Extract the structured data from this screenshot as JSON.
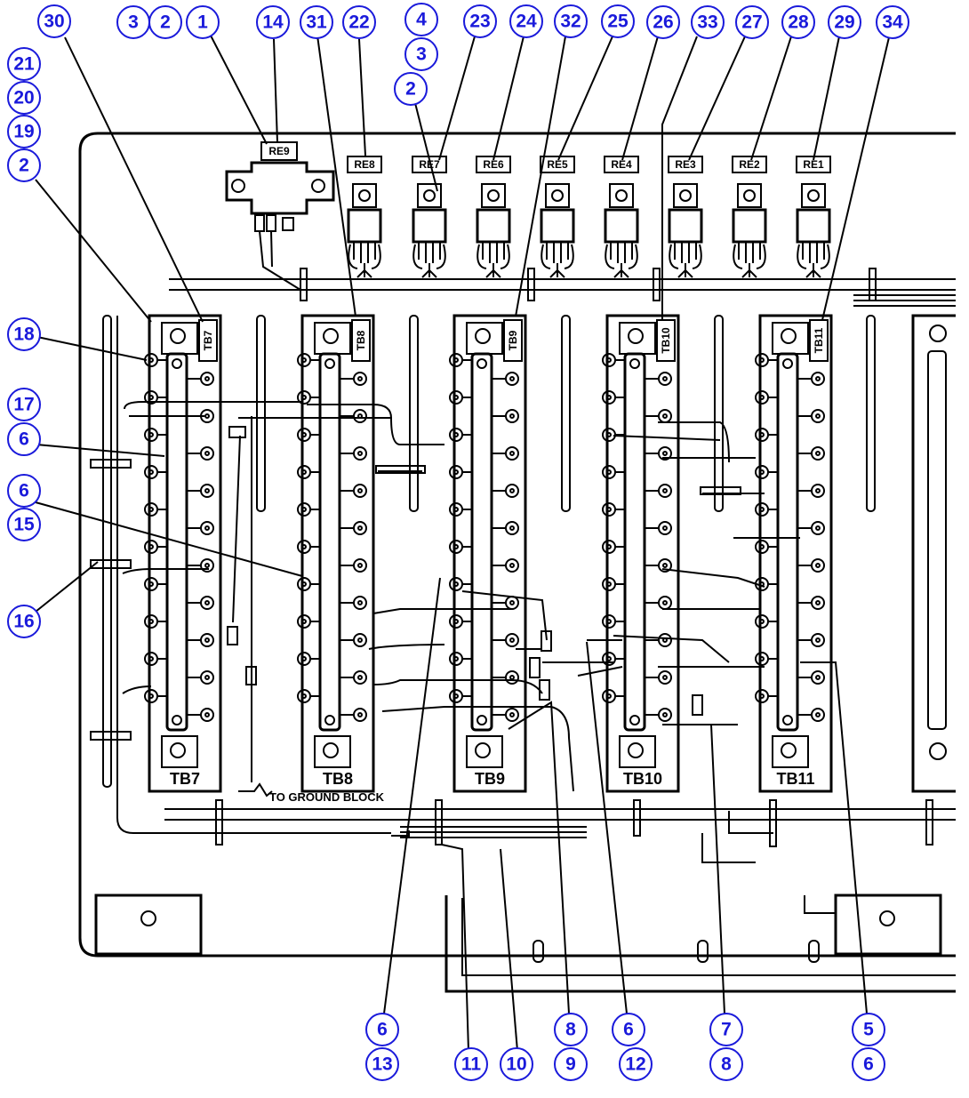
{
  "terminal_blocks": [
    {
      "id": "tb7",
      "label": "TB7",
      "tag": "TB7"
    },
    {
      "id": "tb8",
      "label": "TB8",
      "tag": "TB8"
    },
    {
      "id": "tb9",
      "label": "TB9",
      "tag": "TB9"
    },
    {
      "id": "tb10",
      "label": "TB10",
      "tag": "TB10"
    },
    {
      "id": "tb11",
      "label": "TB11",
      "tag": "TB11"
    }
  ],
  "relays": [
    {
      "id": "re8",
      "label": "RE8"
    },
    {
      "id": "re7",
      "label": "RE7"
    },
    {
      "id": "re6",
      "label": "RE6"
    },
    {
      "id": "re5",
      "label": "RE5"
    },
    {
      "id": "re4",
      "label": "RE4"
    },
    {
      "id": "re3",
      "label": "RE3"
    },
    {
      "id": "re2",
      "label": "RE2"
    },
    {
      "id": "re1",
      "label": "RE1"
    }
  ],
  "relay_re9_label": "RE9",
  "ground_text": "TO GROUND BLOCK",
  "callouts": {
    "top": [
      "3",
      "2",
      "1",
      "14",
      "31",
      "22",
      "4",
      "3",
      "2",
      "23",
      "24",
      "32",
      "25",
      "26",
      "33",
      "27",
      "28",
      "29",
      "34",
      "30"
    ],
    "left": [
      "21",
      "20",
      "19",
      "2",
      "18",
      "17",
      "6",
      "6",
      "15",
      "16"
    ],
    "bottom": [
      "6",
      "13",
      "11",
      "10",
      "8",
      "9",
      "6",
      "12",
      "7",
      "8",
      "5",
      "6"
    ]
  }
}
